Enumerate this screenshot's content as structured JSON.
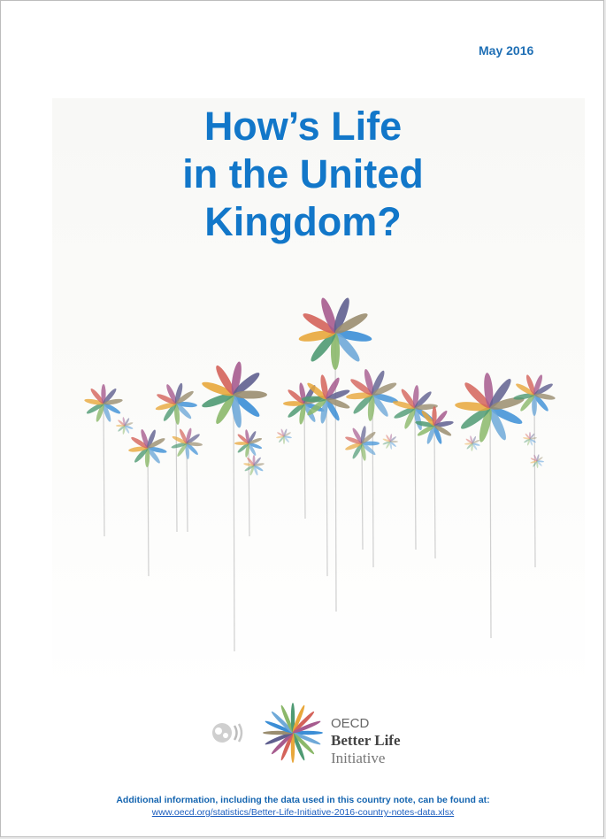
{
  "header": {
    "date": "May 2016"
  },
  "title": {
    "lines": [
      "How’s Life",
      "in the United",
      "Kingdom?"
    ]
  },
  "logo": {
    "line1": "OECD",
    "line2": "Better Life",
    "line3": "Initiative",
    "mark_icon": "oecd-globe-icon",
    "petal_icon": "better-life-flower-icon"
  },
  "footer": {
    "info": "Additional information, including the data used in this country note, can be found at:",
    "link": "www.oecd.org/statistics/Better-Life-Initiative-2016-country-notes-data.xlsx"
  },
  "colors": {
    "title": "#1277c9",
    "date": "#1f6fb5",
    "link": "#1e5fbf",
    "petals": [
      "#3b8ed6",
      "#6fa9d8",
      "#8bb86a",
      "#4f9a73",
      "#e8a73b",
      "#d4635a",
      "#a65b8e",
      "#5f5f8f",
      "#9a8d6f"
    ]
  }
}
